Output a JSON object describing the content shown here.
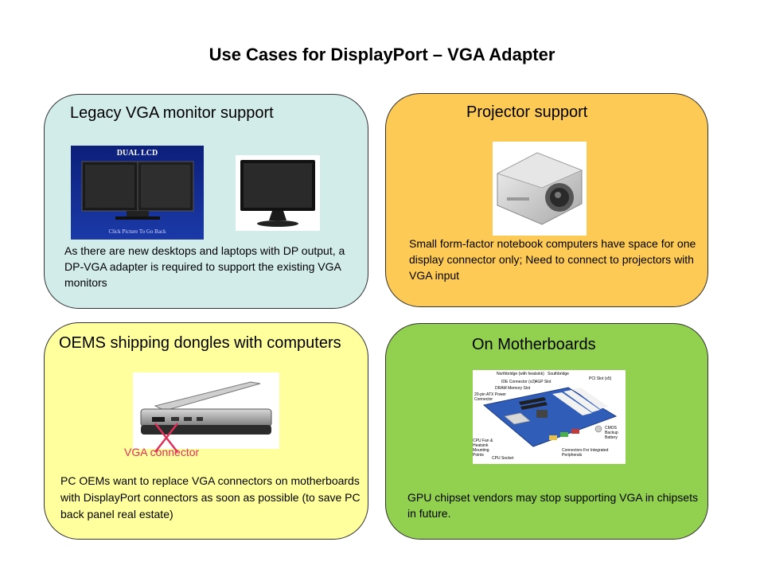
{
  "title": "Use Cases for DisplayPort – VGA Adapter",
  "legacy": {
    "heading": "Legacy VGA monitor support",
    "image_caption": "DUAL  LCD",
    "image_footer": "Click Picture To Go Back",
    "body": "As there are new desktops and laptops with DP output, a DP-VGA adapter is required to support the existing VGA monitors"
  },
  "projector": {
    "heading": "Projector support",
    "body": "Small form-factor notebook computers have space for one display connector only; Need to connect to projectors with VGA input"
  },
  "oem": {
    "heading": "OEMS shipping dongles with computers",
    "connector_label": "VGA connector",
    "body": "PC OEMs want to replace VGA connectors on motherboards with DisplayPort connectors as soon as possible (to save PC back panel real estate)"
  },
  "motherboard": {
    "heading": "On Motherboards",
    "labels": {
      "northbridge": "Northbridge (with heatsink)",
      "southbridge": "Southbridge",
      "pci": "PCI Slot (x5)",
      "ide": "IDE Connector (x2)",
      "agp": "AGP Slot",
      "dram": "DRAM Memory Slot",
      "atx": "20-pin ATX Power Connector",
      "cmos": "CMOS Backup Battery",
      "cpufan": "CPU Fan & Heatsink Mounting Points",
      "cpusocket": "CPU Socket",
      "connectors": "Connectors For Integrated Peripherals"
    },
    "body": "GPU chipset vendors may stop supporting VGA in chipsets in future."
  },
  "colors": {
    "legacy_bg": "#d2ecea",
    "projector_bg": "#fdca55",
    "oem_bg": "#ffff9e",
    "motherboard_bg": "#92d050",
    "connector_label": "#e0305a"
  }
}
